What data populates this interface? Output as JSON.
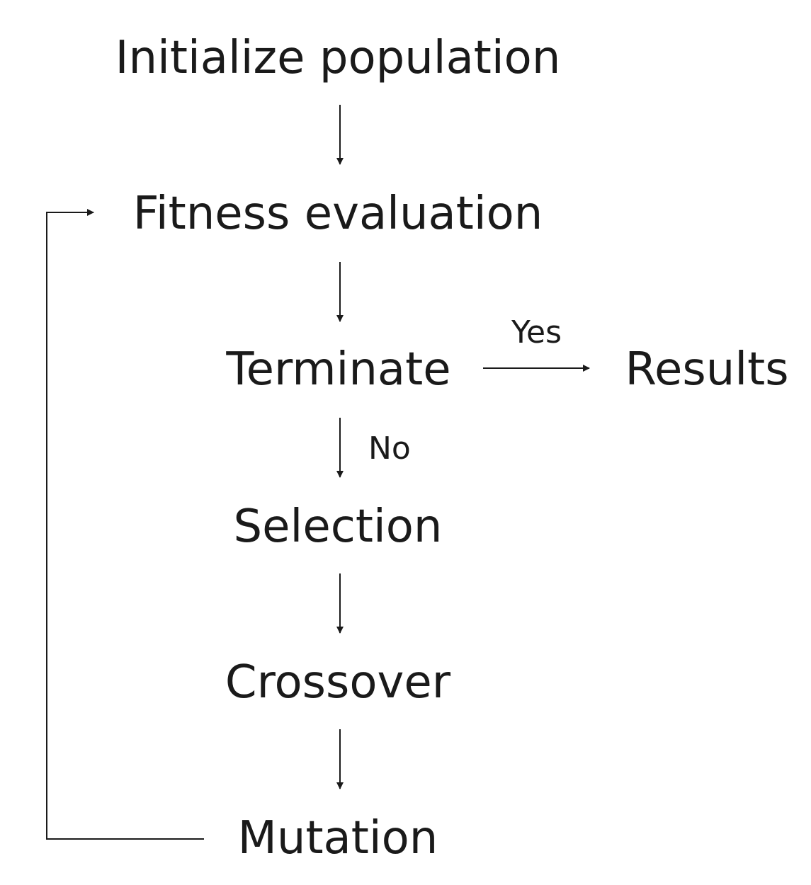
{
  "nodes": {
    "initialize": "Initialize population",
    "fitness": "Fitness evaluation",
    "terminate": "Terminate",
    "results": "Results",
    "selection": "Selection",
    "crossover": "Crossover",
    "mutation": "Mutation"
  },
  "edge_labels": {
    "yes": "Yes",
    "no": "No"
  },
  "colors": {
    "text": "#1a1a1a",
    "line": "#1a1a1a",
    "background": "#ffffff"
  }
}
